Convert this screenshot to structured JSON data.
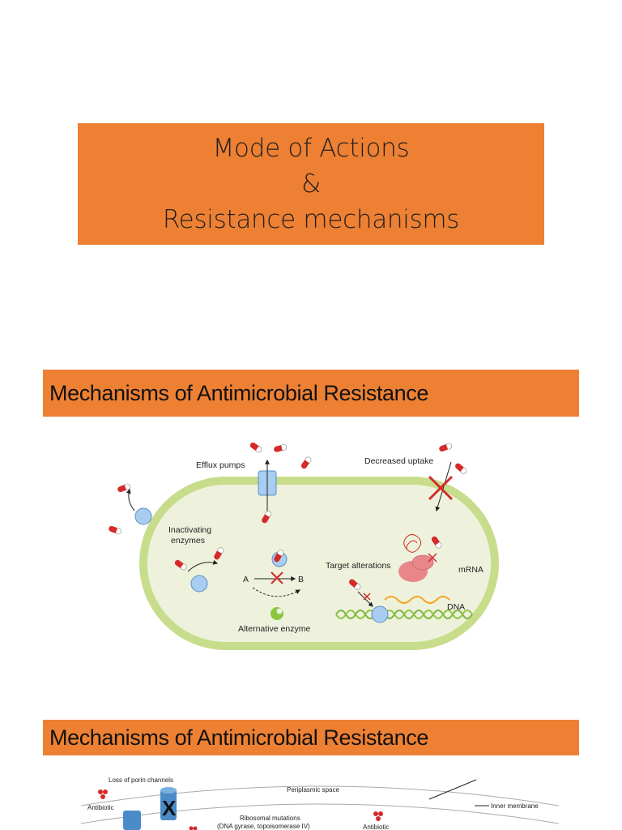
{
  "slide1": {
    "title_lines": [
      "Mode of Actions",
      "&",
      "Resistance mechanisms"
    ]
  },
  "slide2": {
    "heading": "Mechanisms of Antimicrobial Resistance",
    "figure": {
      "labels": {
        "efflux": "Efflux pumps",
        "uptake": "Decreased uptake",
        "inactivating_line1": "Inactivating",
        "inactivating_line2": "enzymes",
        "a": "A",
        "b": "B",
        "alt_enzyme": "Alternative enzyme",
        "target": "Target alterations",
        "mrna": "mRNA",
        "dna": "DNA"
      },
      "colors": {
        "cell_fill": "#eef2dc",
        "cell_wall": "#c8dd8c",
        "enzyme": "#a9cdf0",
        "ribosome": "#e8878a",
        "pill_red": "#d42a2a",
        "alt_enzyme": "#8cc63f",
        "dna": "#7cb342",
        "mrna": "#f5a623"
      }
    }
  },
  "slide3": {
    "heading": "Mechanisms of Antimicrobial Resistance",
    "figure": {
      "labels": {
        "porin": "Loss of porin channels",
        "antibiotic_left": "Antibiotic",
        "periplasmic": "Periplasmic space",
        "inner_membrane": "Inner membrane",
        "ribosomal_line1": "Ribosomal mutations",
        "ribosomal_line2": "(DNA gyrase, topoisomerase IV)",
        "antibiotic_right": "Antibiotic",
        "x_mark": "X"
      }
    }
  }
}
